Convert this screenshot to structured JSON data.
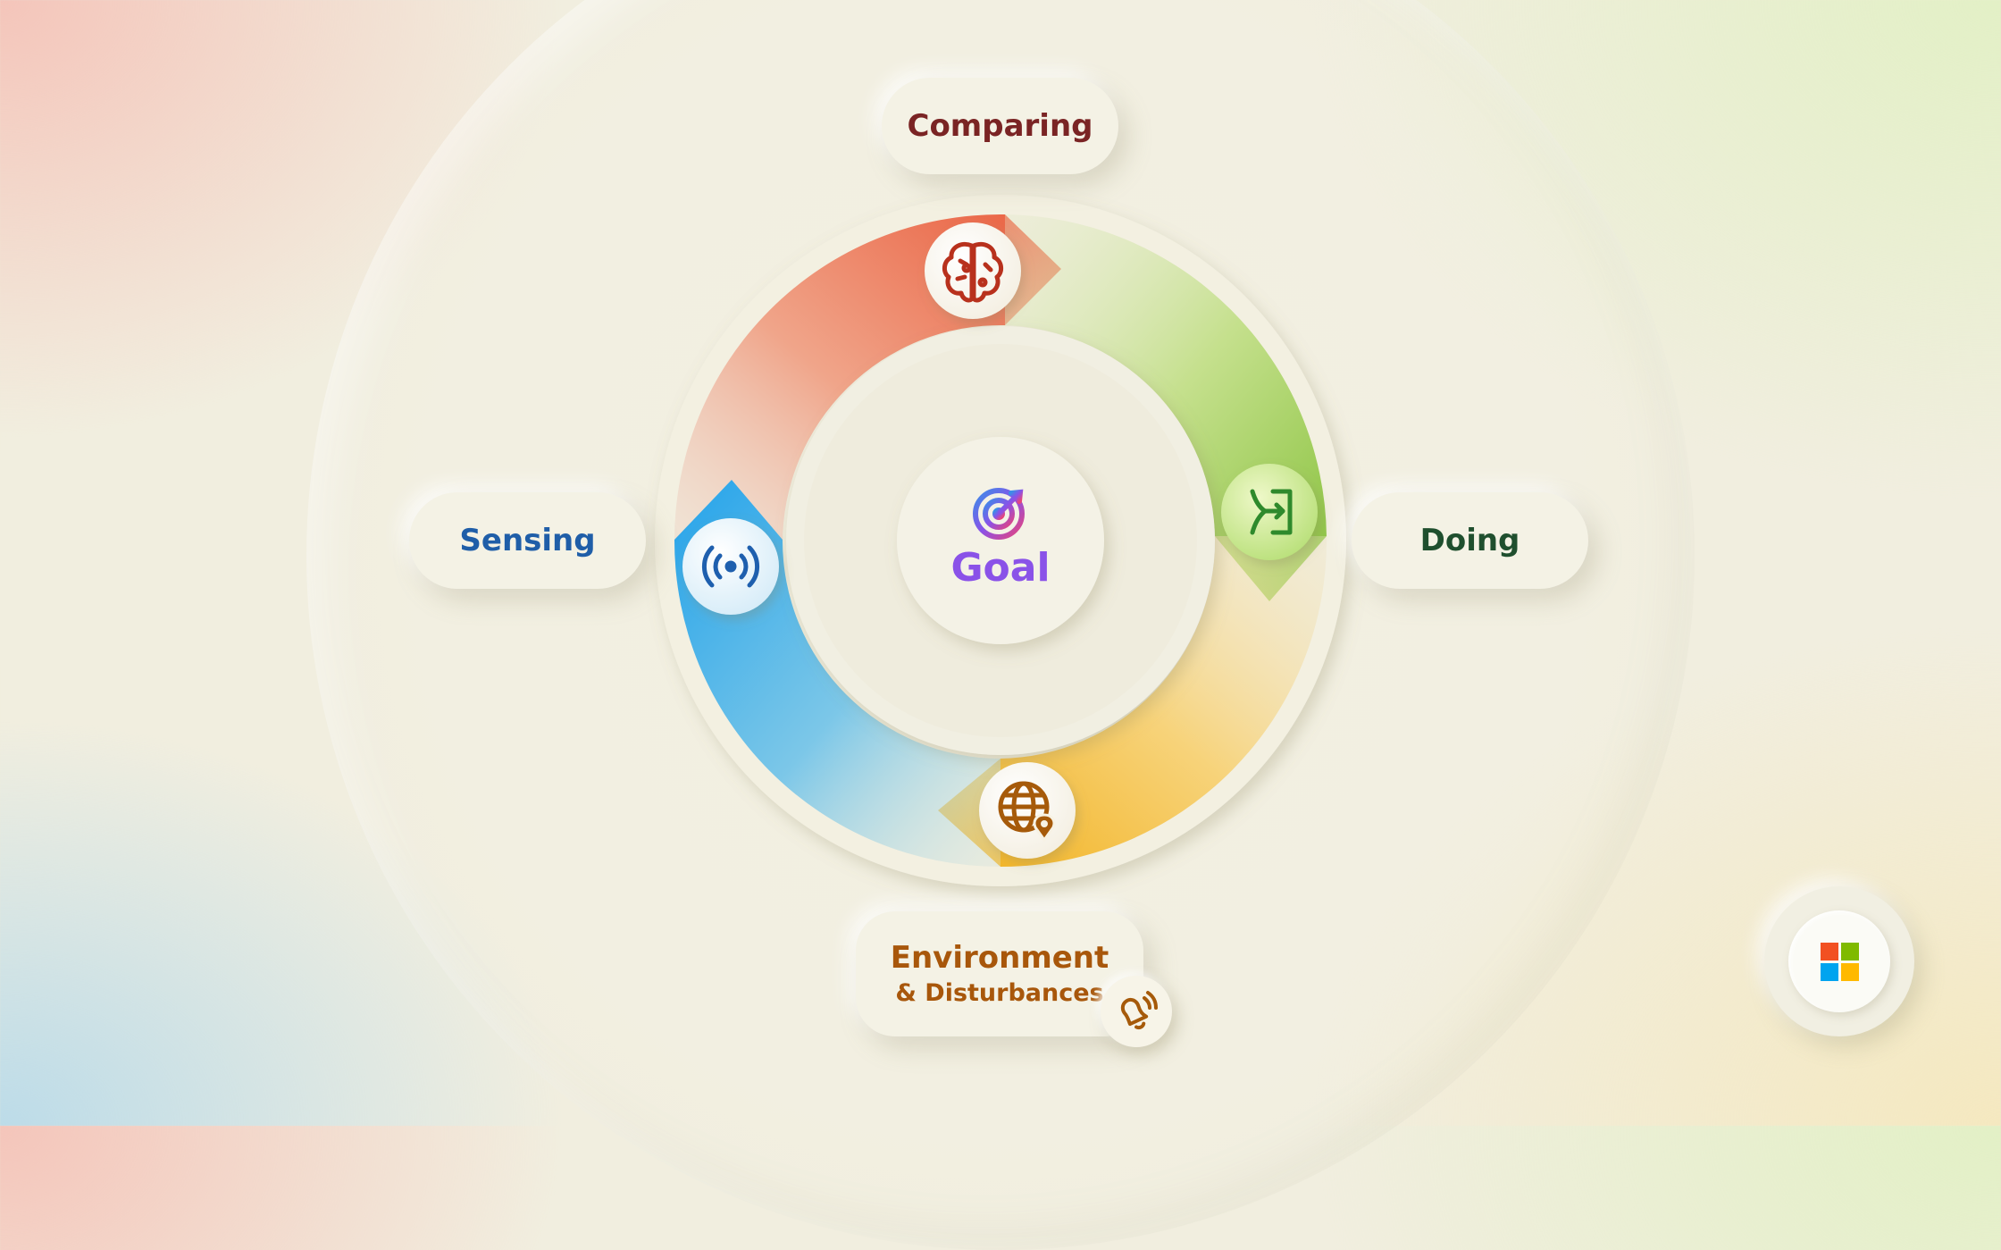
{
  "diagram": {
    "center": {
      "label": "Goal",
      "icon": "target-arrow-icon"
    },
    "stages": [
      {
        "key": "comparing",
        "label": "Comparing",
        "icon": "brain-icon",
        "color": "#e8573a"
      },
      {
        "key": "doing",
        "label": "Doing",
        "icon": "arrow-into-box-icon",
        "color": "#8bc43a"
      },
      {
        "key": "environment",
        "label_line1": "Environment",
        "label_line2": "& Disturbances",
        "icon": "globe-location-icon",
        "secondary_icon": "bell-ringing-icon",
        "color": "#f2b21e"
      },
      {
        "key": "sensing",
        "label": "Sensing",
        "icon": "broadcast-icon",
        "color": "#2aa8ea"
      }
    ],
    "logo": {
      "name": "microsoft-logo",
      "colors": [
        "#f25022",
        "#7fba00",
        "#00a4ef",
        "#ffb900"
      ]
    }
  }
}
